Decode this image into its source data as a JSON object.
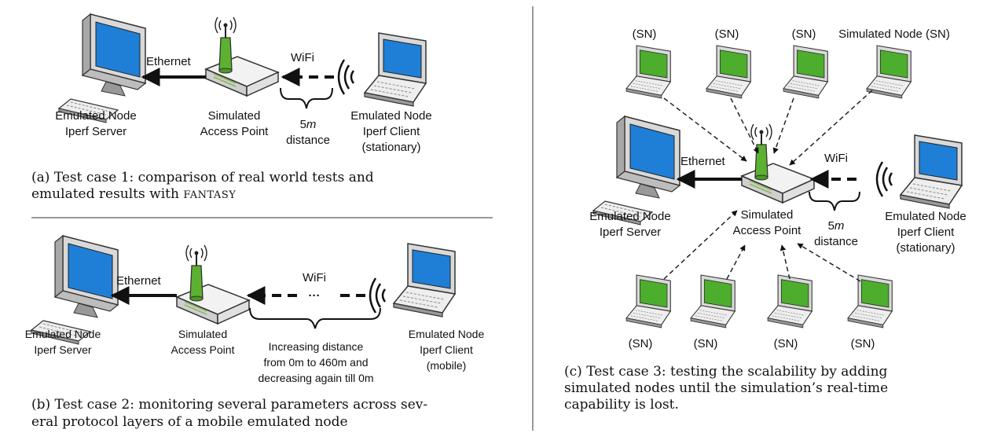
{
  "panel_a": {
    "server_label": [
      "Emulated Node",
      "Iperf Server"
    ],
    "ap_label": [
      "Simulated",
      "Access Point"
    ],
    "client_label": [
      "Emulated Node",
      "Iperf Client",
      "(stationary)"
    ],
    "ethernet": "Ethernet",
    "wifi": "WiFi",
    "distance_value": "5",
    "distance_unit": "m",
    "distance_word": "distance",
    "caption_line1": "(a) Test case 1: comparison of real world tests and",
    "caption_line2_prefix": "emulated results with ",
    "caption_line2_sc": "FANTASY"
  },
  "panel_b": {
    "server_label": [
      "Emulated Node",
      "Iperf Server"
    ],
    "ap_label": [
      "Simulated",
      "Access Point"
    ],
    "client_label": [
      "Emulated Node",
      "Iperf Client",
      "(mobile)"
    ],
    "ethernet": "Ethernet",
    "wifi": "WiFi",
    "ellipsis": "···",
    "distance_lines": [
      "Increasing distance",
      "from 0m to 460m and",
      "decreasing again till 0m"
    ],
    "caption_line1": "(b) Test case 2: monitoring several parameters across sev-",
    "caption_line2": "eral protocol layers of a mobile emulated node"
  },
  "panel_c": {
    "sn_short": "(SN)",
    "sn_full": "Simulated Node (SN)",
    "server_label": [
      "Emulated Node",
      "Iperf Server"
    ],
    "ap_label": [
      "Simulated",
      "Access Point"
    ],
    "client_label": [
      "Emulated Node",
      "Iperf Client",
      "(stationary)"
    ],
    "ethernet": "Ethernet",
    "wifi": "WiFi",
    "distance_value": "5",
    "distance_unit": "m",
    "distance_word": "distance",
    "caption_lines": [
      "(c) Test case 3: testing the scalability by adding",
      "simulated nodes until the simulation’s real-time",
      "capability is lost."
    ]
  },
  "colors": {
    "screen_blue": "#1f7fd6",
    "screen_green": "#4cae2c",
    "antenna_green": "#5cb230",
    "ink": "#111111"
  }
}
